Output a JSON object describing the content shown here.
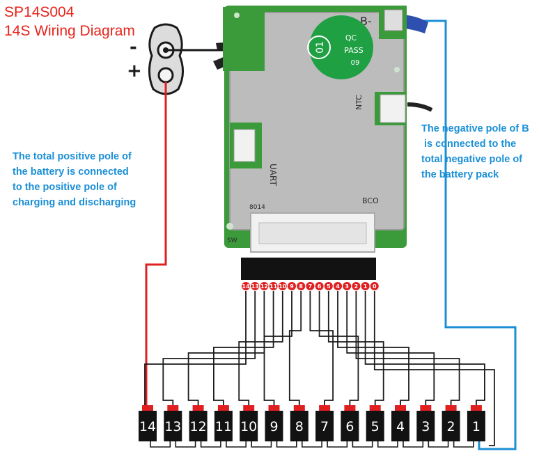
{
  "title": {
    "model": "SP14S004",
    "subtitle": "14S Wiring Diagram"
  },
  "notes": {
    "positive": [
      "The total positive pole of",
      "the battery is connected",
      "to the positive pole of",
      "charging and discharging"
    ],
    "negative": [
      "The negative pole of B",
      "is connected to the",
      "total negative pole of",
      "the battery pack"
    ]
  },
  "connector": {
    "minus_sign": "-",
    "plus_sign": "+"
  },
  "board": {
    "b_minus_label": "B-",
    "ntc_label": "NTC",
    "uart_label": "UART",
    "bco_label": "BCO",
    "code_label": "8014",
    "sw_label": "SW",
    "qc_badge": {
      "line1": "QC",
      "line2": "PASS",
      "line3": "09",
      "stamp": "01"
    }
  },
  "pins": [
    "14",
    "13",
    "12",
    "11",
    "10",
    "9",
    "8",
    "7",
    "6",
    "5",
    "4",
    "3",
    "2",
    "1",
    "0"
  ],
  "cells": [
    "14",
    "13",
    "12",
    "11",
    "10",
    "9",
    "8",
    "7",
    "6",
    "5",
    "4",
    "3",
    "2",
    "1"
  ],
  "colors": {
    "title": "#e8231c",
    "note": "#1b8fd6",
    "positive_wire": "#e02020",
    "negative_wire": "#1b8fd6",
    "balance_wire": "#1a1a1a",
    "board_metal": "#bcbcbc",
    "pcb": "#3b9a3a",
    "qc_badge": "#1fa043"
  }
}
